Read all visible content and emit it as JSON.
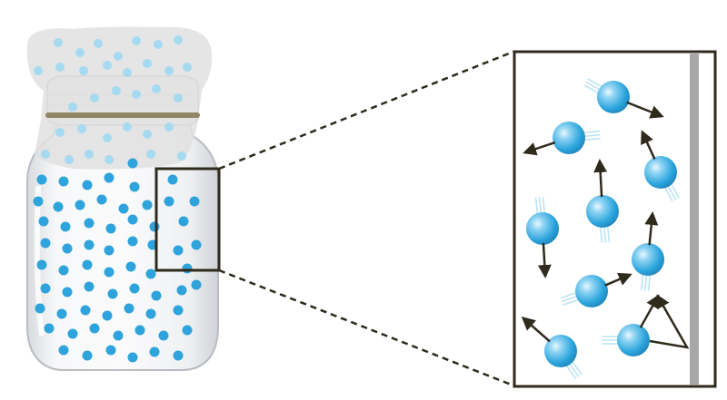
{
  "colors": {
    "particle": "#2ea3dc",
    "particle_light": "#9fd8f2",
    "particle_highlight": "#e8f7ff",
    "arrow": "#2e2a1c",
    "frame": "#2e2a1c",
    "dash": "#2e2a1c",
    "wall": "#a7a7a7",
    "lid_fabric": "#e1e1e1",
    "rubber_band": "#8f8665",
    "glass_stroke": "#b9bcc0",
    "glass_fill": "#f2f4f6",
    "motion_trail": "#a7dcf3"
  },
  "diagram": {
    "description_items": [
      "jar",
      "cloth-cover",
      "rubber-band",
      "zoom-box",
      "magnified-view",
      "container-wall"
    ]
  }
}
